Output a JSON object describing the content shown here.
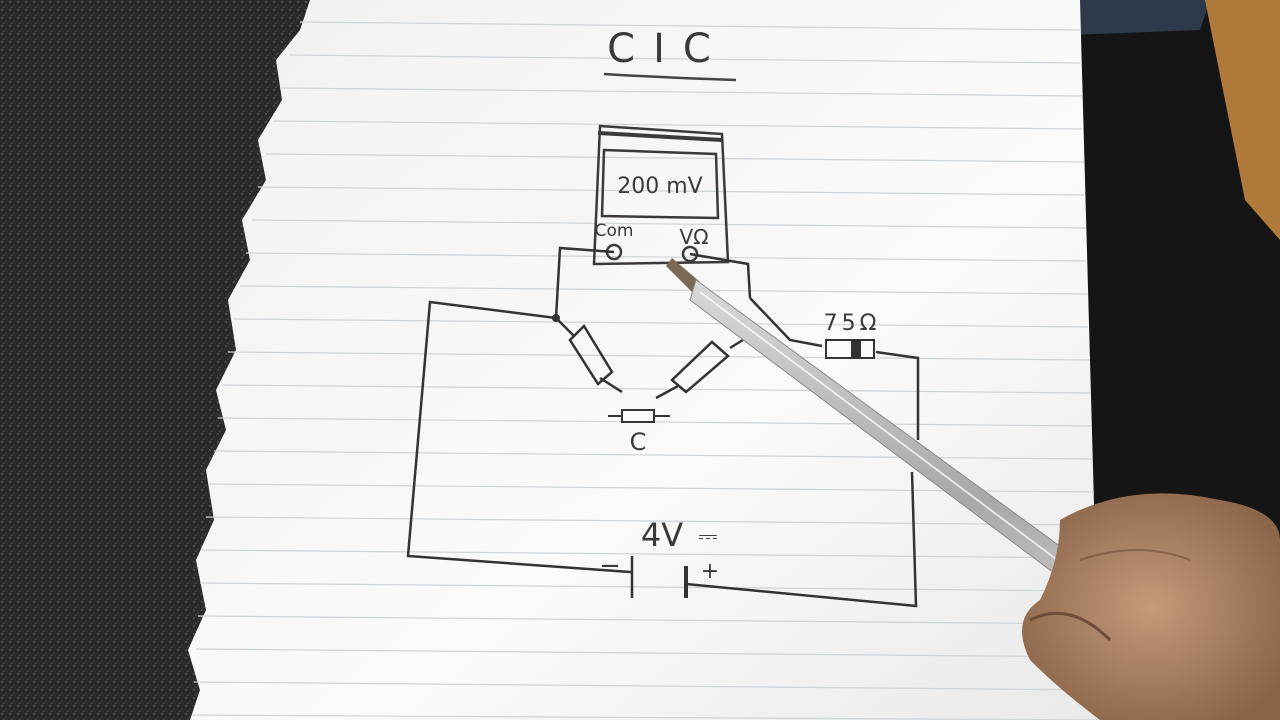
{
  "diagram": {
    "title": "CIC",
    "multimeter": {
      "display": "200 mV",
      "port_com": "Com",
      "port_v_ohm": "VΩ"
    },
    "resistor_label": "75Ω",
    "component_label": "C",
    "battery": {
      "voltage": "4V",
      "dc_symbol": "⎓",
      "negative": "−",
      "positive": "+"
    }
  }
}
